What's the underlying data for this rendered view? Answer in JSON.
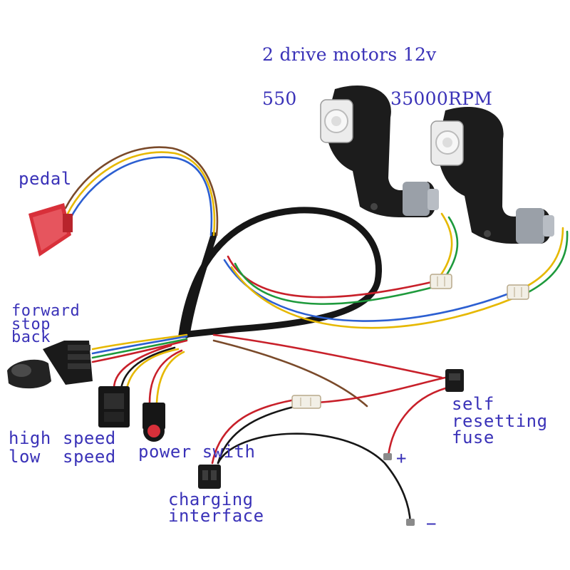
{
  "colors": {
    "label_text": "#3a32b8",
    "wire_red": "#c8202a",
    "wire_black": "#161616",
    "wire_yellow": "#e6b800",
    "wire_green": "#1e9a3c",
    "wire_blue": "#2c5fd1",
    "wire_brown": "#7a4a2a",
    "pedal_red": "#d8303a",
    "motor_black": "#1c1c1c",
    "connector_white": "#f2efe6"
  },
  "labels": {
    "headline_line1": "2 drive motors  12v",
    "headline_line2_left": "550",
    "headline_line2_right": "35000RPM",
    "pedal": "pedal",
    "forward": "forward",
    "stop": "stop",
    "back": "back",
    "high": "high",
    "low": "low",
    "speed_top": "speed",
    "speed_bottom": "speed",
    "power_switch": "power swith",
    "charging_line1": "charging",
    "charging_line2": "interface",
    "fuse_line1": "self",
    "fuse_line2": "resetting",
    "fuse_line3": "fuse",
    "plus": "+",
    "minus": "−"
  }
}
